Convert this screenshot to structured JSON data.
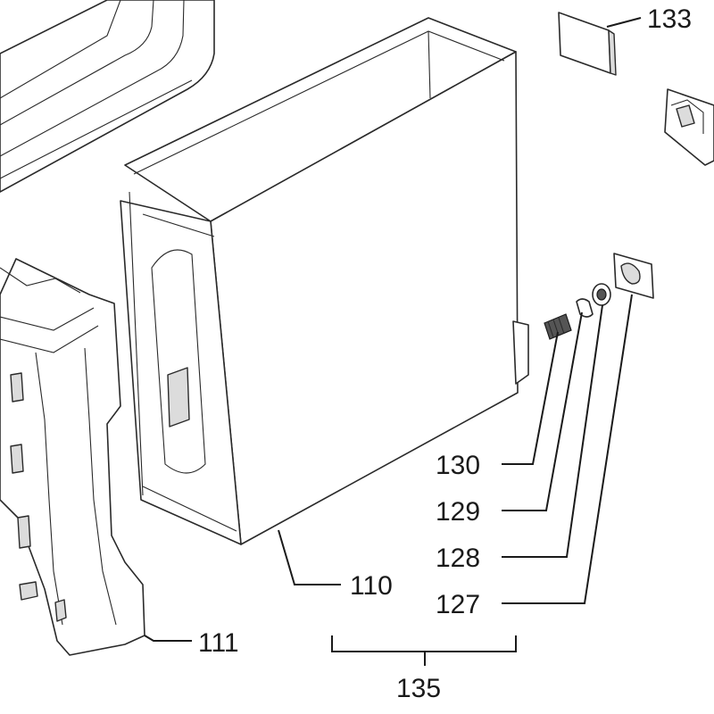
{
  "callouts": {
    "c133": "133",
    "c130": "130",
    "c129": "129",
    "c128": "128",
    "c127": "127",
    "c110": "110",
    "c111": "111",
    "c135": "135"
  }
}
